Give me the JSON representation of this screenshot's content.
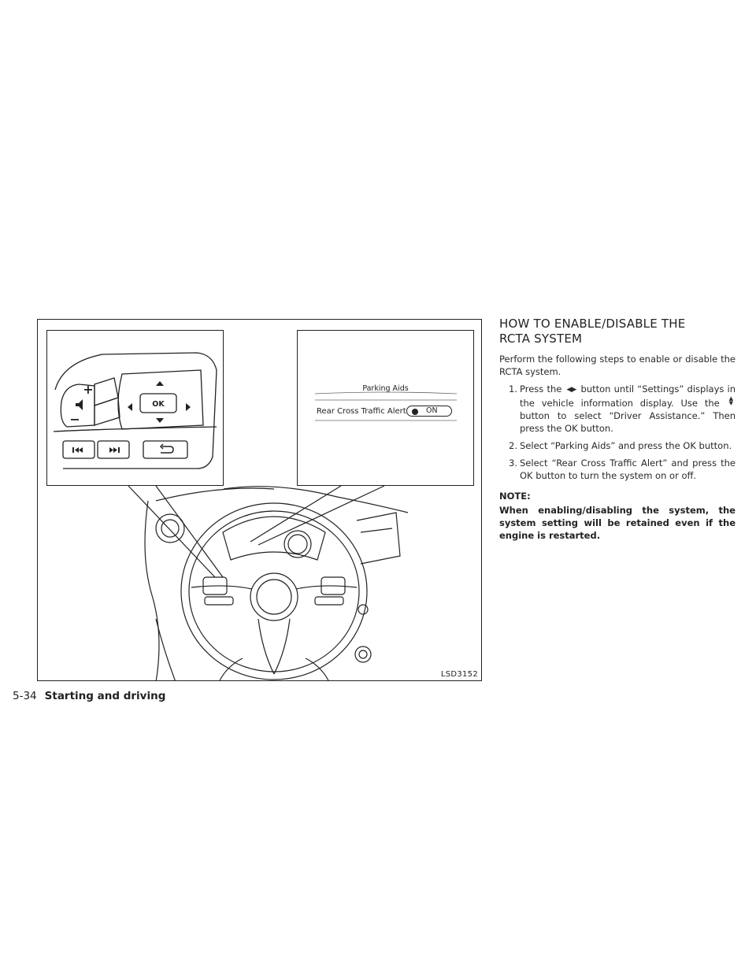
{
  "figure": {
    "code": "LSD3152",
    "display_title": "Parking Aids",
    "display_item": "Rear Cross Traffic Alert",
    "display_toggle": "ON",
    "ok_label": "OK"
  },
  "section": {
    "heading_line1": "HOW TO ENABLE/DISABLE THE",
    "heading_line2": "RCTA SYSTEM",
    "intro": "Perform the following steps to enable or disable the RCTA system.",
    "steps": [
      {
        "num": "1.",
        "part1": "Press the",
        "part2": "button until “Settings” displays in the vehicle information display. Use the",
        "part3": "button to select “Driver Assistance.” Then press the OK button."
      },
      {
        "num": "2.",
        "text": "Select “Parking Aids” and press the OK button."
      },
      {
        "num": "3.",
        "text": "Select “Rear Cross Traffic Alert” and press the OK button to turn the system on or off."
      }
    ],
    "note_label": "NOTE:",
    "note_body": "When enabling/disabling the system, the system setting will be retained even if the engine is restarted."
  },
  "footer": {
    "page_number": "5-34",
    "section_title": "Starting and driving"
  }
}
